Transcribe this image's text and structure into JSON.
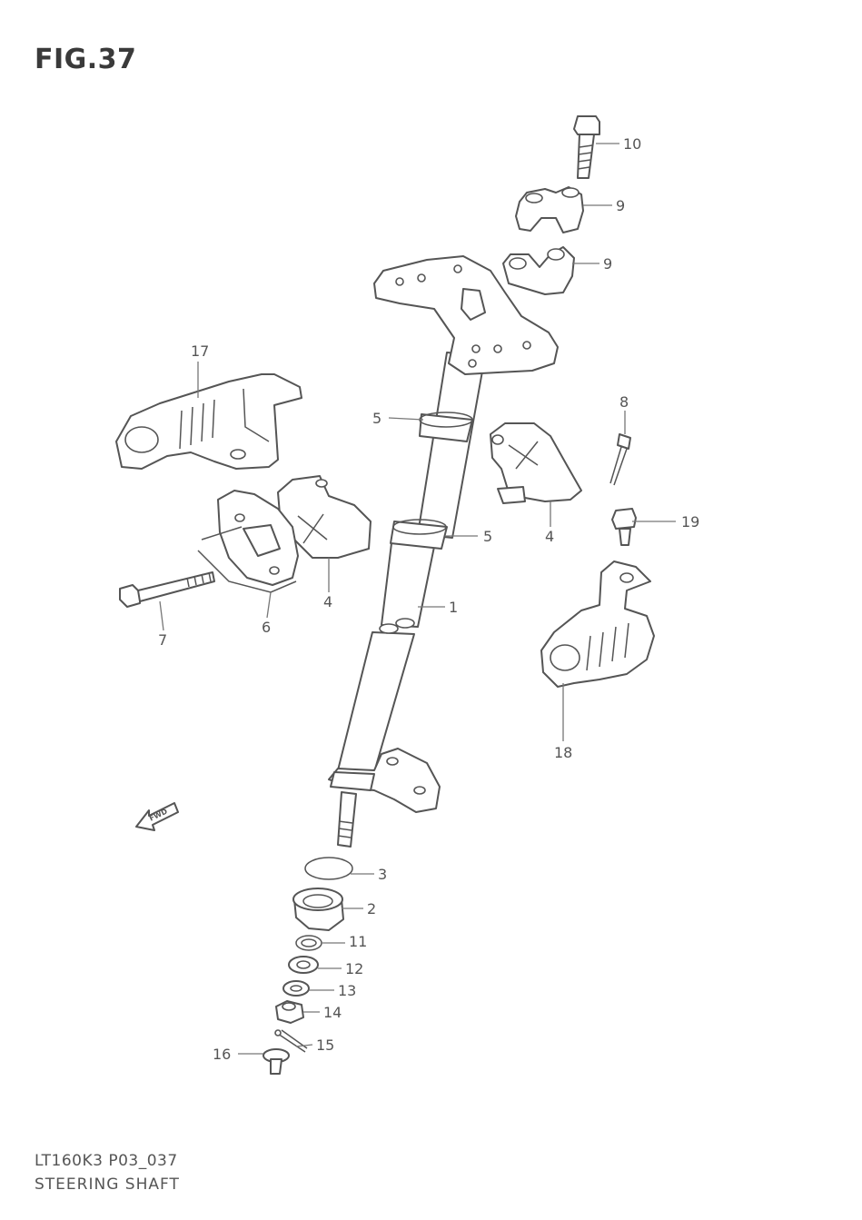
{
  "figure": {
    "title": "FIG.37"
  },
  "footer": {
    "model_code": "LT160K3 P03_037",
    "section_name": "STEERING SHAFT"
  },
  "fwd_arrow": {
    "label": "FWD"
  },
  "callouts": [
    {
      "id": "c1",
      "label": "1"
    },
    {
      "id": "c2",
      "label": "2"
    },
    {
      "id": "c3",
      "label": "3"
    },
    {
      "id": "c4a",
      "label": "4"
    },
    {
      "id": "c4b",
      "label": "4"
    },
    {
      "id": "c5a",
      "label": "5"
    },
    {
      "id": "c5b",
      "label": "5"
    },
    {
      "id": "c6",
      "label": "6"
    },
    {
      "id": "c7",
      "label": "7"
    },
    {
      "id": "c8",
      "label": "8"
    },
    {
      "id": "c9a",
      "label": "9"
    },
    {
      "id": "c9b",
      "label": "9"
    },
    {
      "id": "c10",
      "label": "10"
    },
    {
      "id": "c11",
      "label": "11"
    },
    {
      "id": "c12",
      "label": "12"
    },
    {
      "id": "c13",
      "label": "13"
    },
    {
      "id": "c14",
      "label": "14"
    },
    {
      "id": "c15",
      "label": "15"
    },
    {
      "id": "c16",
      "label": "16"
    },
    {
      "id": "c17",
      "label": "17"
    },
    {
      "id": "c18",
      "label": "18"
    },
    {
      "id": "c19",
      "label": "19"
    }
  ]
}
